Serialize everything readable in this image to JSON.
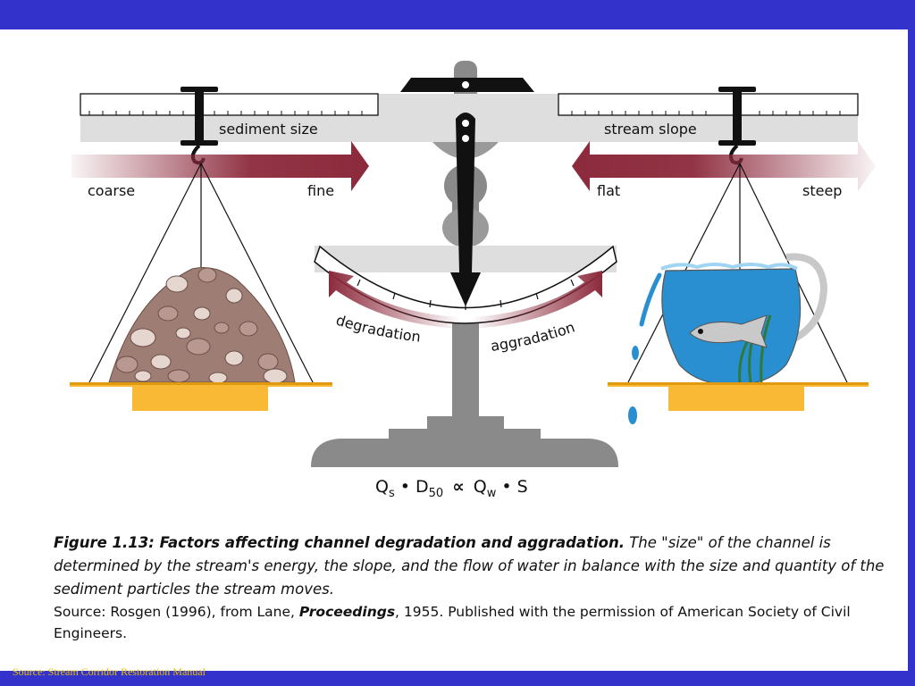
{
  "diagram": {
    "left_label": "sediment size",
    "right_label": "stream slope",
    "left_arrow_start": "coarse",
    "left_arrow_end": "fine",
    "right_arrow_start": "flat",
    "right_arrow_end": "steep",
    "gauge_left": "degradation",
    "gauge_right": "aggradation",
    "equation": {
      "qs": "Q",
      "qs_sub": "s",
      "d": "• D",
      "d_sub": "50",
      "prop": "∝",
      "qw": "Q",
      "qw_sub": "w",
      "s": "• S"
    }
  },
  "caption": {
    "figure_title": "Figure 1.13: Factors affecting channel degradation and aggradation.",
    "figure_text": " The \"size\" of the channel is determined by the stream's energy, the slope, and the flow of water in balance with the size and quantity of the sediment particles the stream moves.",
    "source_prefix": "Source: Rosgen (1996), from Lane, ",
    "source_title": "Proceedings",
    "source_suffix": ", 1955. Published with the permission of American Society of Civil Engineers."
  },
  "footer": {
    "source": "Source: Stream Corridor Restoration Manual"
  },
  "colors": {
    "background": "#3333cc",
    "arrow": "#8c2a3c",
    "pan": "#f9b934",
    "water": "#2a8fd0",
    "balance": "#8a8a8a",
    "footer_text": "#e8c000"
  }
}
